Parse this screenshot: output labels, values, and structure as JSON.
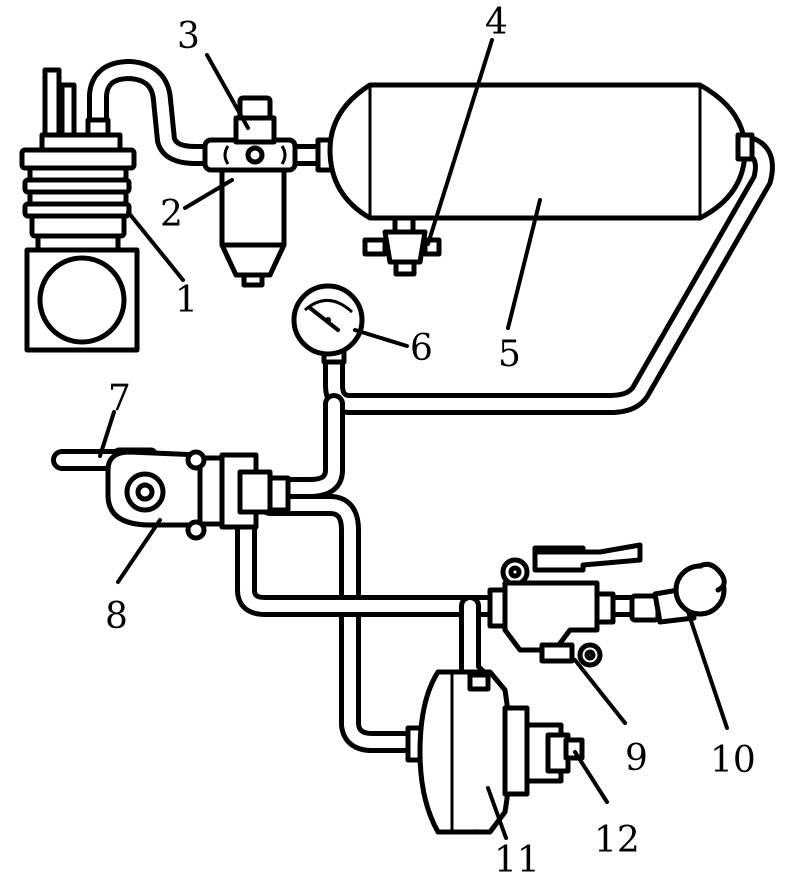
{
  "diagram": {
    "labels": [
      {
        "id": "compressor",
        "text": "1"
      },
      {
        "id": "oil-water-separator",
        "text": "2"
      },
      {
        "id": "pressure-regulator",
        "text": "3"
      },
      {
        "id": "drain-cock",
        "text": "4"
      },
      {
        "id": "air-reservoir",
        "text": "5"
      },
      {
        "id": "pressure-gauge",
        "text": "6"
      },
      {
        "id": "brake-pedal-linkage",
        "text": "7"
      },
      {
        "id": "brake-valve",
        "text": "8"
      },
      {
        "id": "trailer-brake-valve",
        "text": "9"
      },
      {
        "id": "hose-coupling",
        "text": "10"
      },
      {
        "id": "brake-chamber",
        "text": "11"
      },
      {
        "id": "push-rod",
        "text": "12"
      }
    ],
    "colors": {
      "ink": "#000000",
      "paper": "#ffffff"
    }
  }
}
